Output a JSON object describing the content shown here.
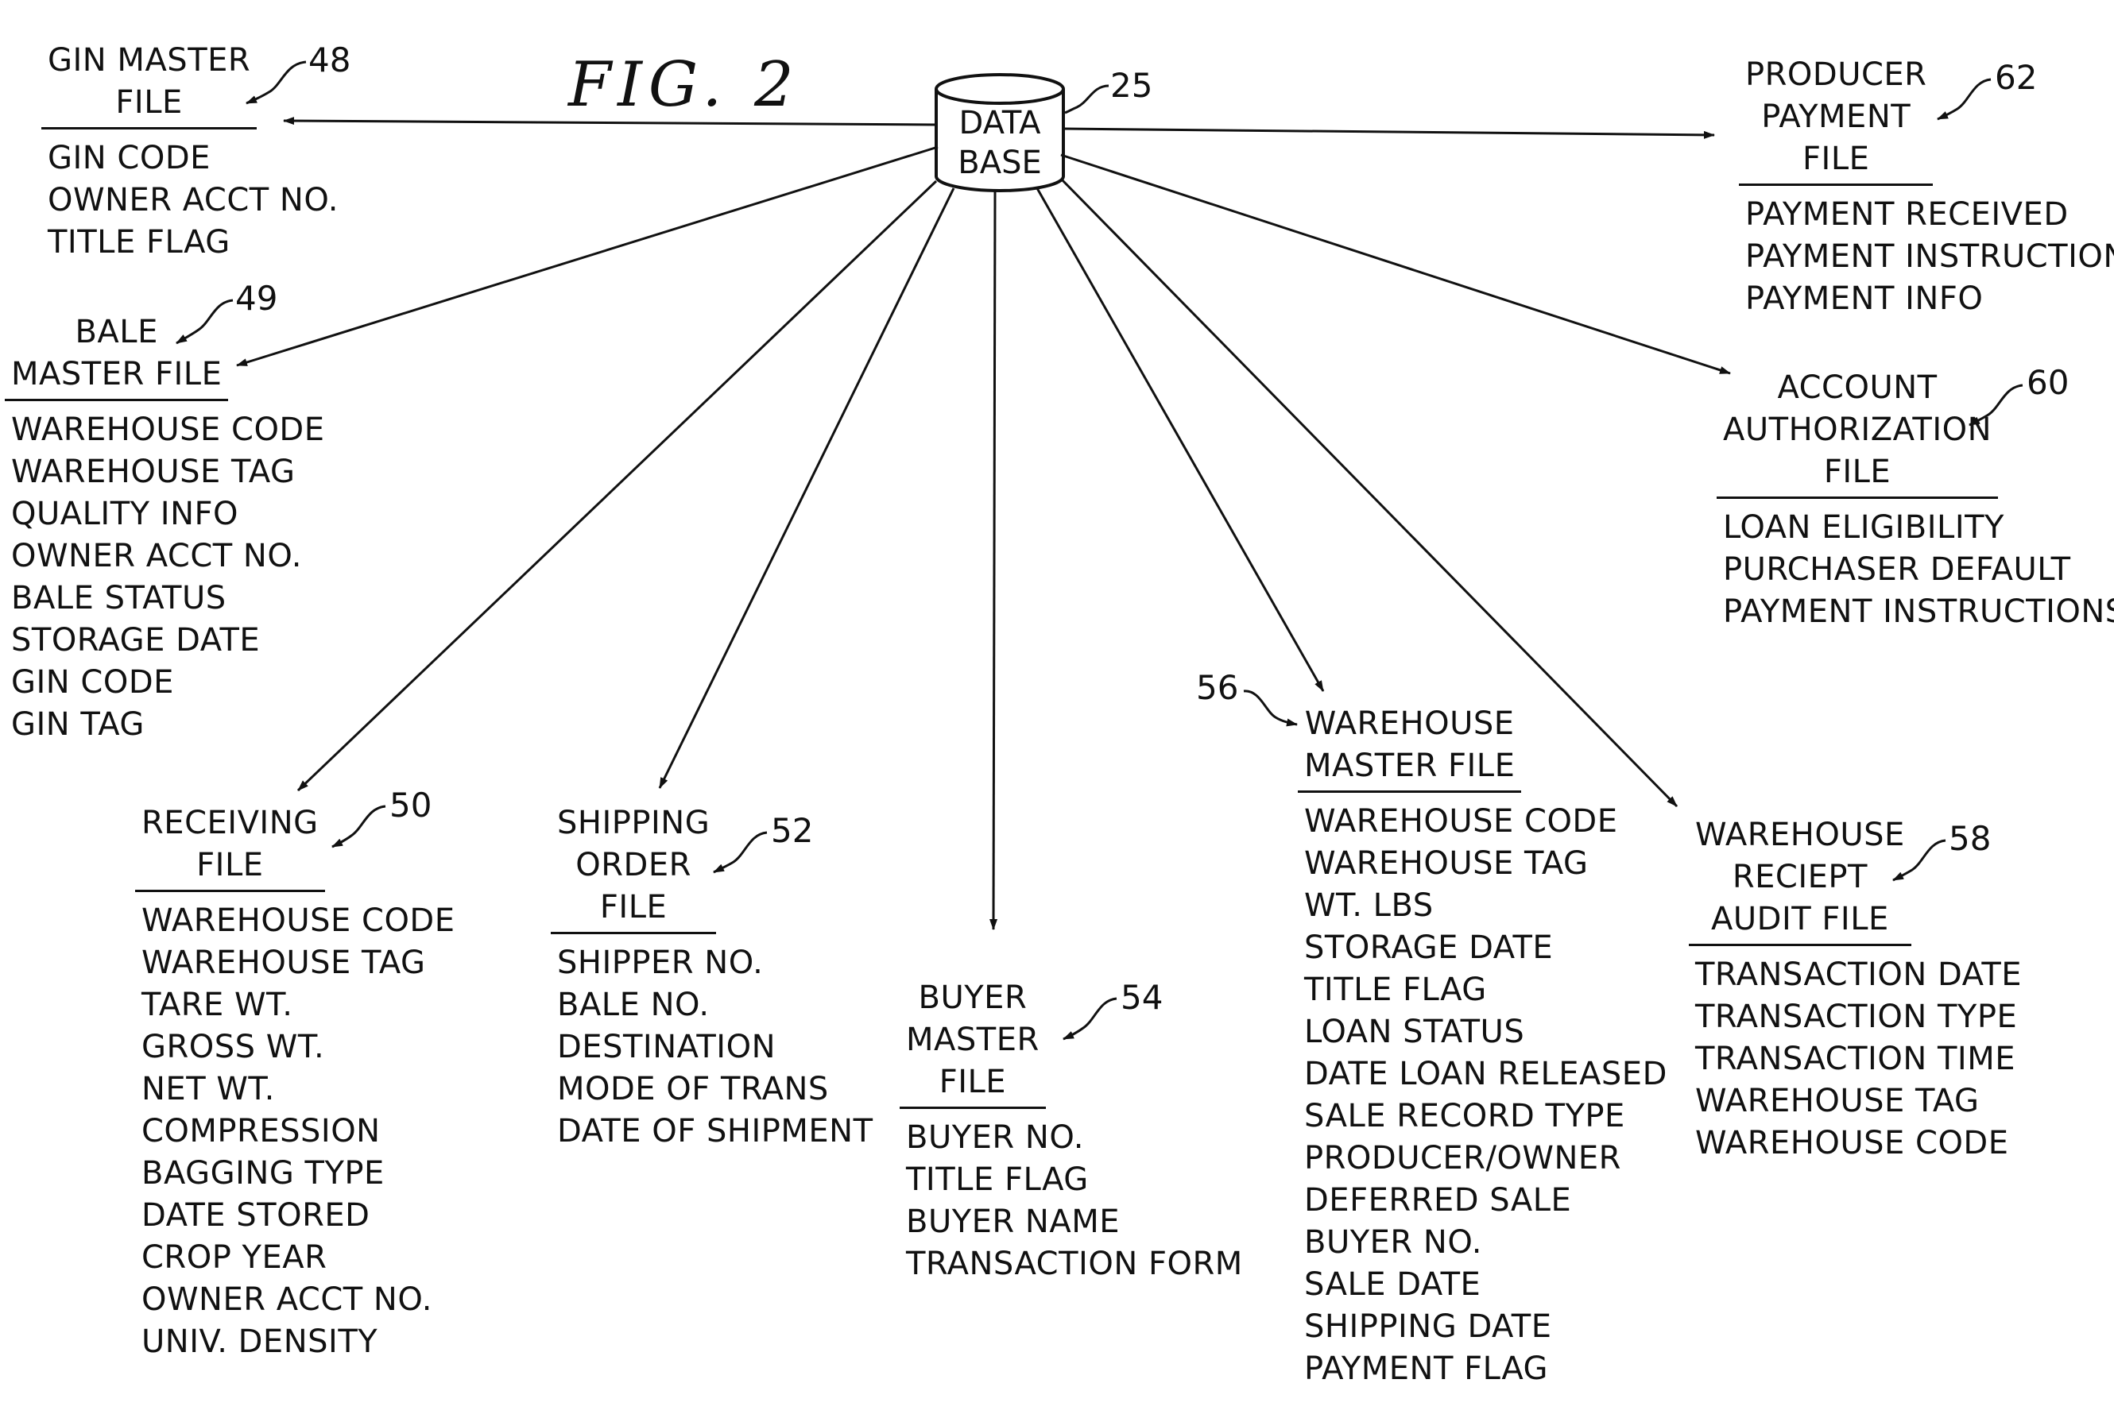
{
  "figure": {
    "title": "FIG. 2"
  },
  "database": {
    "label_lines": [
      "DATA",
      "BASE"
    ],
    "ref": "25"
  },
  "files": {
    "gin_master": {
      "ref": "48",
      "title_lines": [
        "GIN MASTER",
        "FILE"
      ],
      "fields": [
        "GIN CODE",
        "OWNER ACCT NO.",
        "TITLE FLAG"
      ]
    },
    "bale_master": {
      "ref": "49",
      "title_lines": [
        "BALE",
        "MASTER FILE"
      ],
      "fields": [
        "WAREHOUSE CODE",
        "WAREHOUSE TAG",
        "QUALITY INFO",
        "OWNER ACCT NO.",
        "BALE STATUS",
        "STORAGE DATE",
        "GIN CODE",
        "GIN TAG"
      ]
    },
    "receiving": {
      "ref": "50",
      "title_lines": [
        "RECEIVING",
        "FILE"
      ],
      "fields": [
        "WAREHOUSE CODE",
        "WAREHOUSE TAG",
        "TARE WT.",
        "GROSS WT.",
        "NET WT.",
        "COMPRESSION",
        "BAGGING TYPE",
        "DATE STORED",
        "CROP YEAR",
        "OWNER ACCT NO.",
        "UNIV. DENSITY"
      ]
    },
    "shipping_order": {
      "ref": "52",
      "title_lines": [
        "SHIPPING",
        "ORDER",
        "FILE"
      ],
      "fields": [
        "SHIPPER NO.",
        "BALE NO.",
        "DESTINATION",
        "MODE OF TRANS",
        "DATE OF SHIPMENT"
      ]
    },
    "buyer_master": {
      "ref": "54",
      "title_lines": [
        "BUYER",
        "MASTER",
        "FILE"
      ],
      "fields": [
        "BUYER NO.",
        "TITLE FLAG",
        "BUYER NAME",
        "TRANSACTION FORM"
      ]
    },
    "warehouse_master": {
      "ref": "56",
      "title_lines": [
        "WAREHOUSE",
        "MASTER FILE"
      ],
      "fields": [
        "WAREHOUSE CODE",
        "WAREHOUSE TAG",
        "WT. LBS",
        "STORAGE DATE",
        "TITLE FLAG",
        "LOAN STATUS",
        "DATE LOAN RELEASED",
        "SALE RECORD TYPE",
        "PRODUCER/OWNER",
        "DEFERRED SALE",
        "BUYER NO.",
        "SALE DATE",
        "SHIPPING DATE",
        "PAYMENT FLAG"
      ]
    },
    "warehouse_receipt_audit": {
      "ref": "58",
      "title_lines": [
        "WAREHOUSE",
        "RECIEPT",
        "AUDIT FILE"
      ],
      "fields": [
        "TRANSACTION DATE",
        "TRANSACTION TYPE",
        "TRANSACTION TIME",
        "WAREHOUSE TAG",
        "WAREHOUSE CODE"
      ]
    },
    "account_authorization": {
      "ref": "60",
      "title_lines": [
        "ACCOUNT",
        "AUTHORIZATION",
        "FILE"
      ],
      "fields": [
        "LOAN ELIGIBILITY",
        "PURCHASER DEFAULT",
        "PAYMENT INSTRUCTIONS"
      ]
    },
    "producer_payment": {
      "ref": "62",
      "title_lines": [
        "PRODUCER",
        "PAYMENT",
        "FILE"
      ],
      "fields": [
        "PAYMENT RECEIVED",
        "PAYMENT INSTRUCTIONS",
        "PAYMENT INFO"
      ]
    }
  }
}
